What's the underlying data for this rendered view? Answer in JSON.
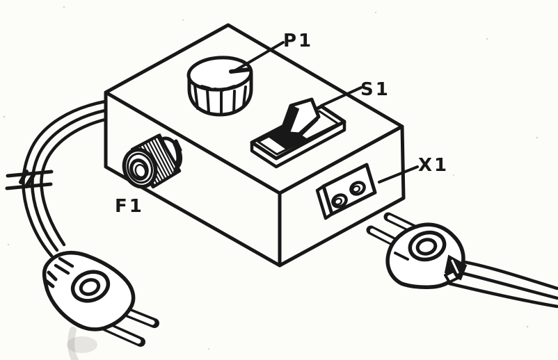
{
  "figure": {
    "kind": "hand-drawn-technical-illustration",
    "colors": {
      "ink": "#181818",
      "paper": "#fcfcf9"
    },
    "labels": [
      {
        "id": "p1",
        "text": "P1"
      },
      {
        "id": "s1",
        "text": "S1"
      },
      {
        "id": "x1",
        "text": "X1"
      },
      {
        "id": "f1",
        "text": "F1"
      }
    ]
  }
}
